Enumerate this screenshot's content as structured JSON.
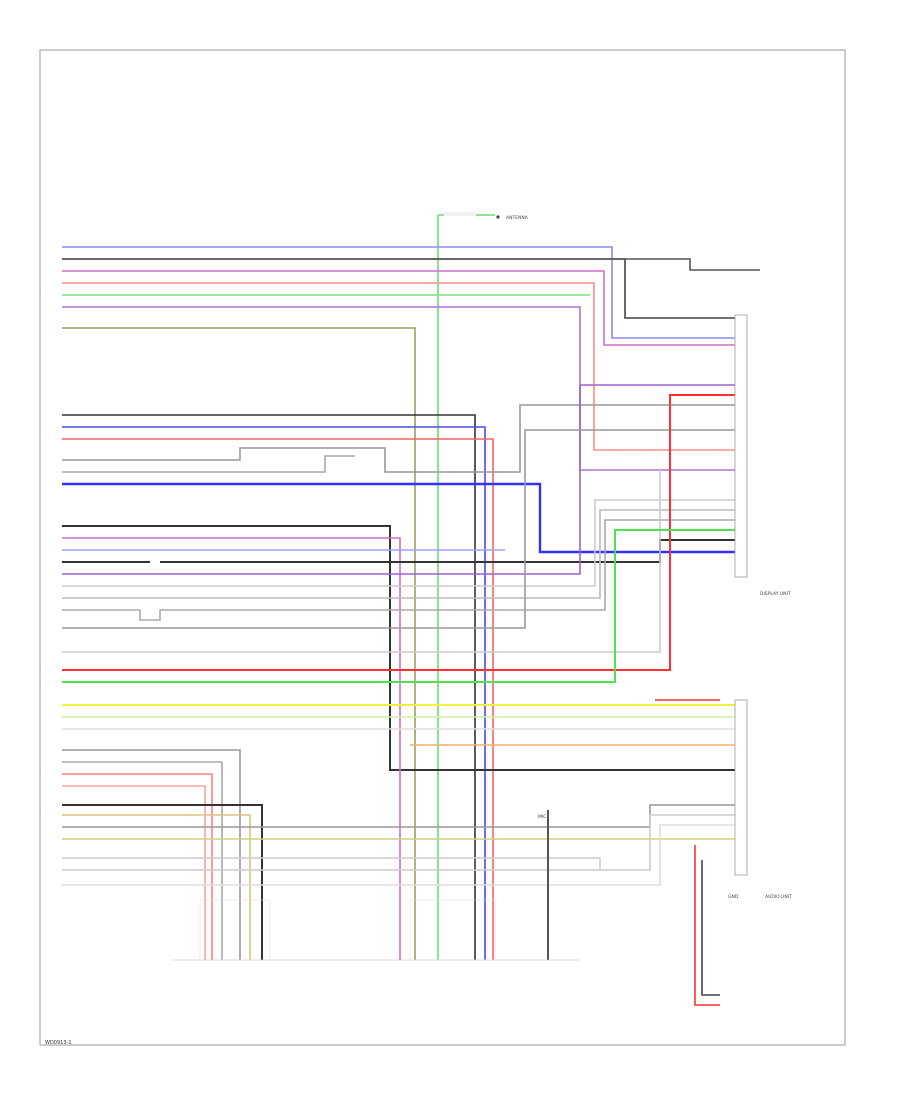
{
  "components": {
    "antenna": "ANTENNA",
    "display_unit": "DISPLAY UNIT",
    "audio_unit": "AUDIO UNIT",
    "mic": "MIC",
    "ground_label": "GND"
  },
  "footer_id": "WD0913-1"
}
